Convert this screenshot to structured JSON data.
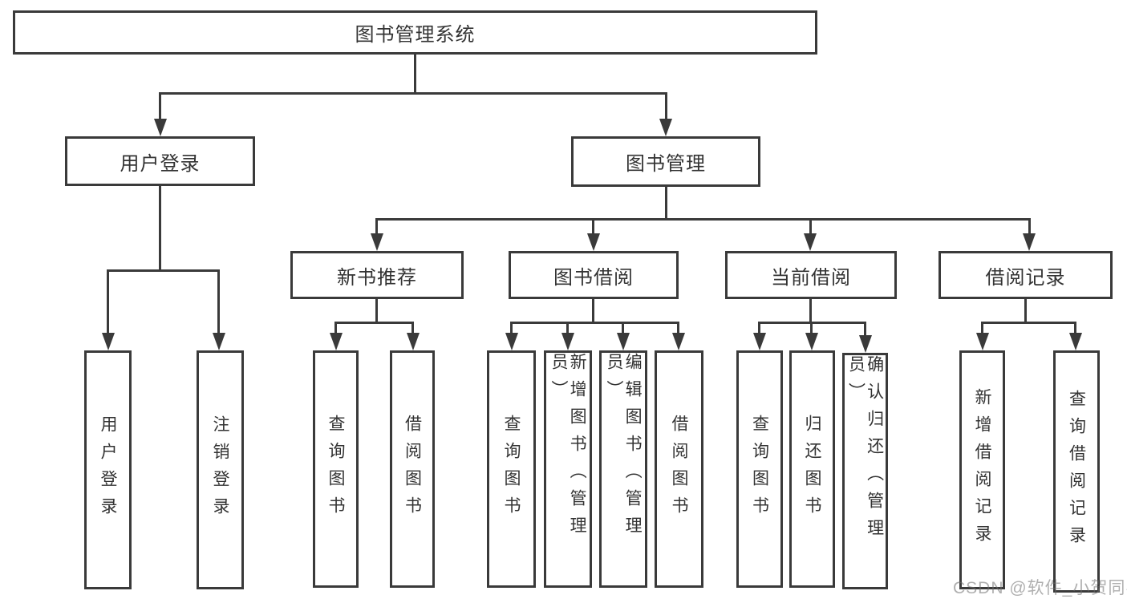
{
  "colors": {
    "line": "#3a3a3a",
    "text": "#333333",
    "watermark_gray": "#9e9e9e",
    "background": "#ffffff"
  },
  "root": {
    "label": "图书管理系统"
  },
  "branches": {
    "user_login": {
      "label": "用户登录",
      "children": [
        "用户登录",
        "注销登录"
      ]
    },
    "book_management": {
      "label": "图书管理",
      "children": {
        "new_book_recommend": {
          "label": "新书推荐",
          "children": [
            "查询图书",
            "借阅图书"
          ]
        },
        "book_borrow": {
          "label": "图书借阅",
          "children": [
            "查询图书",
            "新增图书（管理员）",
            "编辑图书（管理员）",
            "借阅图书"
          ]
        },
        "current_borrow": {
          "label": "当前借阅",
          "children": [
            "查询图书",
            "归还图书",
            "确认归还（管理员）"
          ]
        },
        "borrow_records": {
          "label": "借阅记录",
          "children": [
            "新增借阅记录",
            "查询借阅记录"
          ]
        }
      }
    }
  },
  "watermark": {
    "text": "CSDN @软件_小贺同学"
  }
}
